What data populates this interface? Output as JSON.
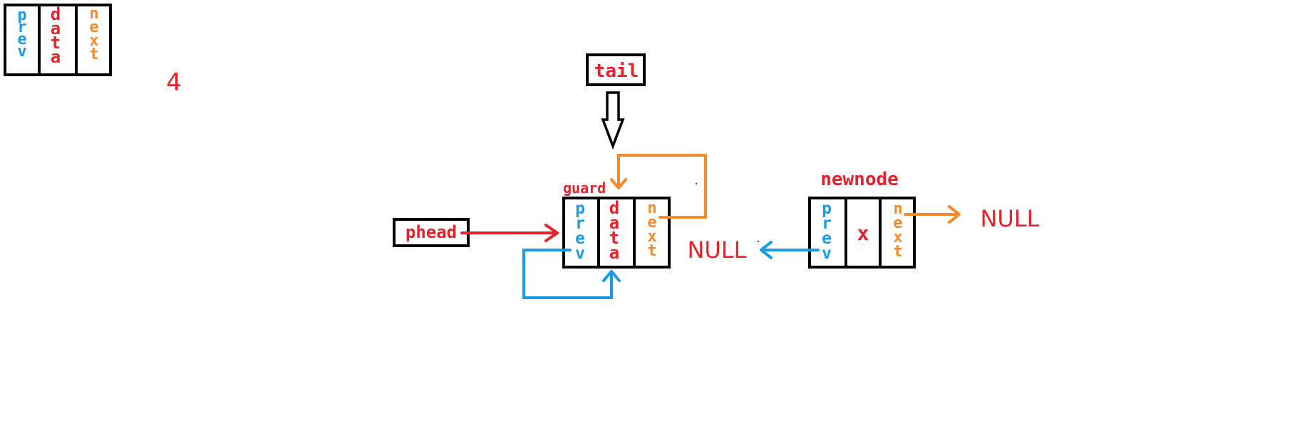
{
  "legend": {
    "fields": [
      "prev",
      "data",
      "next"
    ],
    "number": "4"
  },
  "pointers": {
    "tail": "tail",
    "phead": "phead"
  },
  "guard_node": {
    "label": "guard",
    "fields": [
      "prev",
      "data",
      "next"
    ]
  },
  "new_node": {
    "label": "newnode",
    "fields": [
      "prev",
      "x",
      "next"
    ]
  },
  "null_labels": {
    "left": "NULL",
    "right": "NULL"
  },
  "colors": {
    "prev": "#1a9be6",
    "data": "#e8202a",
    "next": "#f58a2a",
    "outline": "#000000"
  }
}
